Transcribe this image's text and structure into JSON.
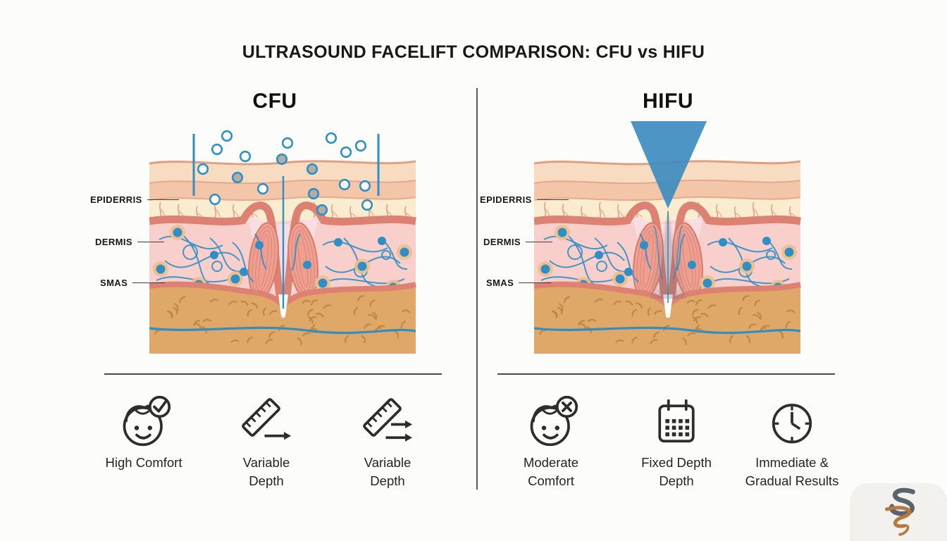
{
  "title": "ULTRASOUND FACELIFT COMPARISON: CFU vs HIFU",
  "panels": [
    {
      "heading": "CFU",
      "mode": "cfu",
      "layer_labels": {
        "epidermis": "EPIDERRIS",
        "dermis": "DERMIS",
        "smas": "SMAS"
      },
      "features": [
        {
          "icon": "face-check-icon",
          "label": "High Comfort"
        },
        {
          "icon": "ruler-arrow-icon",
          "label": "Variable\nDepth"
        },
        {
          "icon": "ruler-double-arrow-icon",
          "label": "Variable\nDepth"
        }
      ]
    },
    {
      "heading": "HIFU",
      "mode": "hifu",
      "layer_labels": {
        "epidermis": "EPIDERRIS",
        "dermis": "DERMIS",
        "smas": "SMAS"
      },
      "features": [
        {
          "icon": "face-x-icon",
          "label": "Moderate\nComfort"
        },
        {
          "icon": "calendar-icon",
          "label": "Fixed Depth\nDepth"
        },
        {
          "icon": "clock-icon",
          "label": "Immediate &\nGradual Results"
        }
      ]
    }
  ],
  "palette": {
    "background": "#fcfcfb",
    "ink": "#2d2d2d",
    "divider": "#4a4a4a",
    "skin": {
      "epidermis_top": "#f7dcc1",
      "epidermis_line": "#e29e80",
      "band2": "#f3c5a9",
      "cream": "#faeccf",
      "branch": "#e2a183",
      "derm_band": "#dd8173",
      "dermis": "#f8cfca",
      "fold_inner": "#fadde2",
      "muscle_fill": "#ef9f92",
      "muscle_line": "#d67b6b",
      "smas_fat": "#dfa768",
      "fat_squiggle": "#bb823f",
      "blue": "#2e8fc6",
      "bubble_gray": "#b3ada3",
      "halo": "#eebf8a",
      "cone": "#3d8cc0",
      "beam": "#5e6b7c"
    },
    "logo": {
      "box": "#f2f1ee",
      "s_gray": "#5b636d",
      "s_copper": "#b5793f"
    }
  }
}
